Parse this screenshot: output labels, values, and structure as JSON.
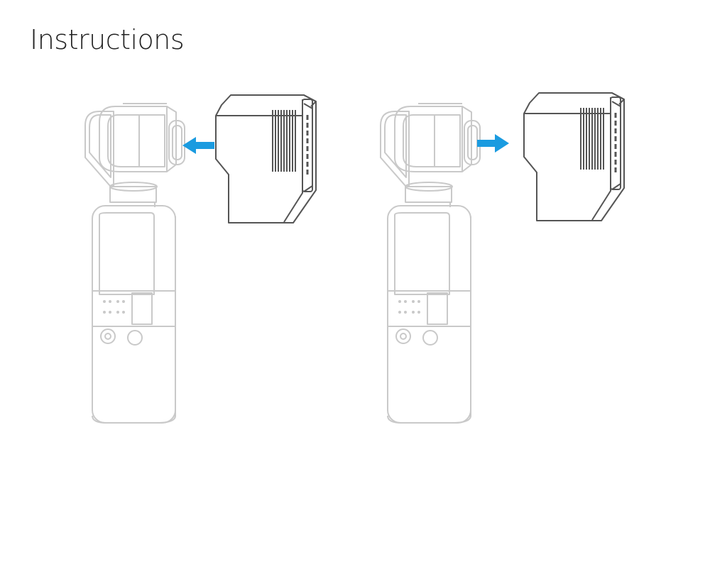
{
  "header": {
    "title": "Instructions"
  },
  "steps": [
    {
      "action": "attach",
      "arrow_direction": "left"
    },
    {
      "action": "detach",
      "arrow_direction": "right"
    }
  ],
  "colors": {
    "title_text": "#222222",
    "device_outline": "#c9c9c9",
    "cover_outline": "#555555",
    "arrow": "#1a9be0",
    "background": "#ffffff"
  }
}
